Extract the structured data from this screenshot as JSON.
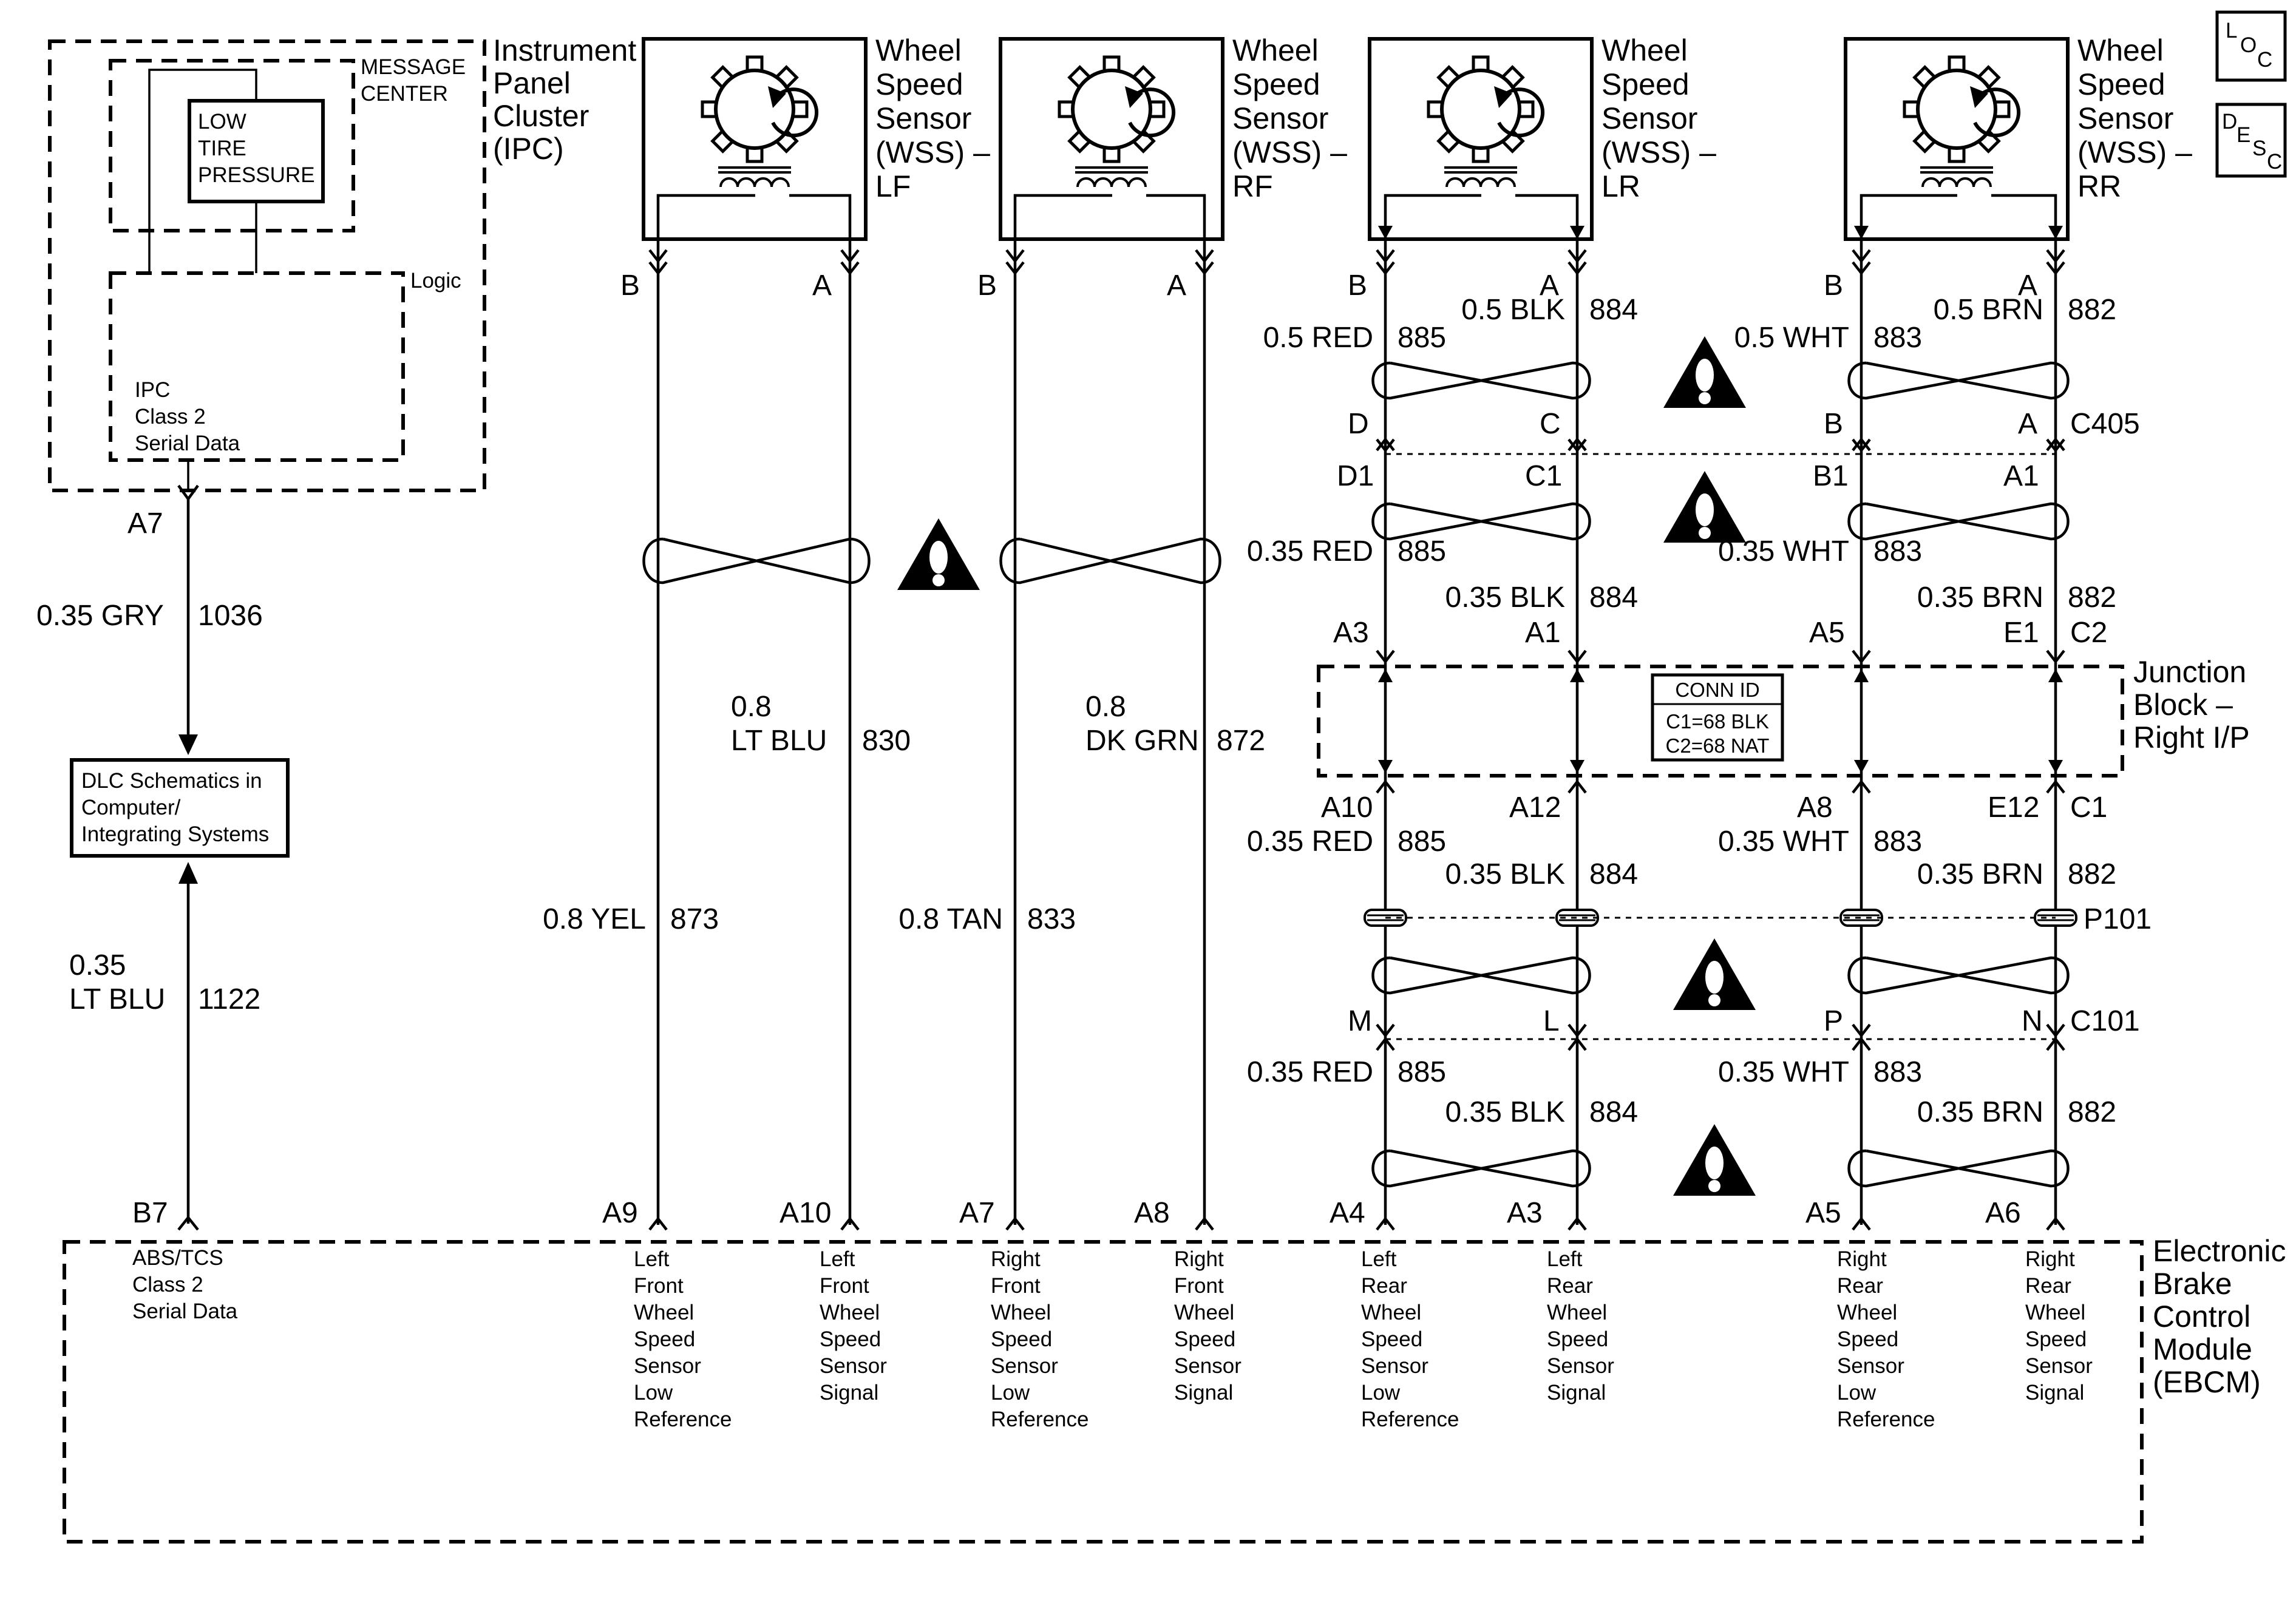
{
  "modules": {
    "ipc": {
      "name_lines": [
        "Instrument",
        "Panel",
        "Cluster",
        "(IPC)"
      ],
      "message_center_lines": [
        "MESSAGE",
        "CENTER"
      ],
      "low_tire_lines": [
        "LOW",
        "TIRE",
        "PRESSURE"
      ],
      "logic_label": "Logic",
      "class2_lines": [
        "IPC",
        "Class 2",
        "Serial Data"
      ],
      "pin": "A7"
    },
    "dlc": {
      "lines": [
        "DLC Schematics in",
        "Computer/",
        "Integrating Systems"
      ]
    },
    "ebcm": {
      "name_lines": [
        "Electronic",
        "Brake",
        "Control",
        "Module",
        "(EBCM)"
      ],
      "class2_lines": [
        "ABS/TCS",
        "Class 2",
        "Serial Data"
      ],
      "class2_pin": "B7"
    },
    "junction_block": {
      "name_lines": [
        "Junction",
        "Block –",
        "Right I/P"
      ],
      "conn_id_title": "CONN ID",
      "conn_id_lines": [
        "C1=68 BLK",
        "C2=68 NAT"
      ]
    }
  },
  "class2_wires": {
    "upper": {
      "size": "0.35 GRY",
      "circuit": "1036"
    },
    "lower": {
      "size_line1": "0.35",
      "size_line2": "LT BLU",
      "circuit": "1122"
    }
  },
  "icons": {
    "loc": {
      "letters": [
        "L",
        "O",
        "C"
      ]
    },
    "desc": {
      "letters": [
        "D",
        "E",
        "S",
        "C"
      ]
    }
  },
  "sensors": [
    {
      "title_lines": [
        "Wheel",
        "Speed",
        "Sensor",
        "(WSS) –",
        "LF"
      ],
      "pin_b": "B",
      "pin_a": "A",
      "wire_b": {
        "size": "0.8 YEL",
        "circuit": "873"
      },
      "wire_a": {
        "size_line1": "0.8",
        "size_line2": "LT BLU",
        "circuit": "830"
      },
      "ebcm_pin_b": "A9",
      "ebcm_pin_a": "A10",
      "ebcm_desc_b": [
        "Left",
        "Front",
        "Wheel",
        "Speed",
        "Sensor",
        "Low",
        "Reference"
      ],
      "ebcm_desc_a": [
        "Left",
        "Front",
        "Wheel",
        "Speed",
        "Sensor",
        "Signal"
      ]
    },
    {
      "title_lines": [
        "Wheel",
        "Speed",
        "Sensor",
        "(WSS) –",
        "RF"
      ],
      "pin_b": "B",
      "pin_a": "A",
      "wire_b": {
        "size": "0.8 TAN",
        "circuit": "833"
      },
      "wire_a": {
        "size_line1": "0.8",
        "size_line2": "DK GRN",
        "circuit": "872"
      },
      "ebcm_pin_b": "A7",
      "ebcm_pin_a": "A8",
      "ebcm_desc_b": [
        "Right",
        "Front",
        "Wheel",
        "Speed",
        "Sensor",
        "Low",
        "Reference"
      ],
      "ebcm_desc_a": [
        "Right",
        "Front",
        "Wheel",
        "Speed",
        "Sensor",
        "Signal"
      ]
    },
    {
      "title_lines": [
        "Wheel",
        "Speed",
        "Sensor",
        "(WSS) –",
        "LR"
      ],
      "pin_b": "B",
      "pin_a": "A",
      "wire_b": {
        "size": "0.5 RED",
        "circuit": "885"
      },
      "wire_a": {
        "size": "0.5 BLK",
        "circuit": "884"
      },
      "c405_pins": [
        "D",
        "C"
      ],
      "upper_pins": [
        "D1",
        "C1"
      ],
      "seg2_b": {
        "size": "0.35 RED",
        "circuit": "885"
      },
      "seg2_a": {
        "size": "0.35 BLK",
        "circuit": "884"
      },
      "jb_top_pins": [
        "A3",
        "A1"
      ],
      "jb_bottom_pins": [
        "A10",
        "A12"
      ],
      "seg3_b": {
        "size": "0.35 RED",
        "circuit": "885"
      },
      "seg3_a": {
        "size": "0.35 BLK",
        "circuit": "884"
      },
      "c101_pins": [
        "M",
        "L"
      ],
      "seg4_b": {
        "size": "0.35 RED",
        "circuit": "885"
      },
      "seg4_a": {
        "size": "0.35 BLK",
        "circuit": "884"
      },
      "ebcm_pin_b": "A4",
      "ebcm_pin_a": "A3",
      "ebcm_desc_b": [
        "Left",
        "Rear",
        "Wheel",
        "Speed",
        "Sensor",
        "Low",
        "Reference"
      ],
      "ebcm_desc_a": [
        "Left",
        "Rear",
        "Wheel",
        "Speed",
        "Sensor",
        "Signal"
      ]
    },
    {
      "title_lines": [
        "Wheel",
        "Speed",
        "Sensor",
        "(WSS) –",
        "RR"
      ],
      "pin_b": "B",
      "pin_a": "A",
      "wire_b": {
        "size": "0.5 WHT",
        "circuit": "883"
      },
      "wire_a": {
        "size": "0.5 BRN",
        "circuit": "882"
      },
      "c405_pins": [
        "B",
        "A"
      ],
      "upper_pins": [
        "B1",
        "A1"
      ],
      "seg2_b": {
        "size": "0.35 WHT",
        "circuit": "883"
      },
      "seg2_a": {
        "size": "0.35 BRN",
        "circuit": "882"
      },
      "jb_top_pins": [
        "A5",
        "E1"
      ],
      "jb_bottom_pins": [
        "A8",
        "E12"
      ],
      "seg3_b": {
        "size": "0.35 WHT",
        "circuit": "883"
      },
      "seg3_a": {
        "size": "0.35 BRN",
        "circuit": "882"
      },
      "c101_pins": [
        "P",
        "N"
      ],
      "seg4_b": {
        "size": "0.35 WHT",
        "circuit": "883"
      },
      "seg4_a": {
        "size": "0.35 BRN",
        "circuit": "882"
      },
      "ebcm_pin_b": "A5",
      "ebcm_pin_a": "A6",
      "ebcm_desc_b": [
        "Right",
        "Rear",
        "Wheel",
        "Speed",
        "Sensor",
        "Low",
        "Reference"
      ],
      "ebcm_desc_a": [
        "Right",
        "Rear",
        "Wheel",
        "Speed",
        "Sensor",
        "Signal"
      ]
    }
  ],
  "connectors": {
    "c405": "C405",
    "c2": "C2",
    "c1": "C1",
    "p101": "P101",
    "c101": "C101"
  }
}
